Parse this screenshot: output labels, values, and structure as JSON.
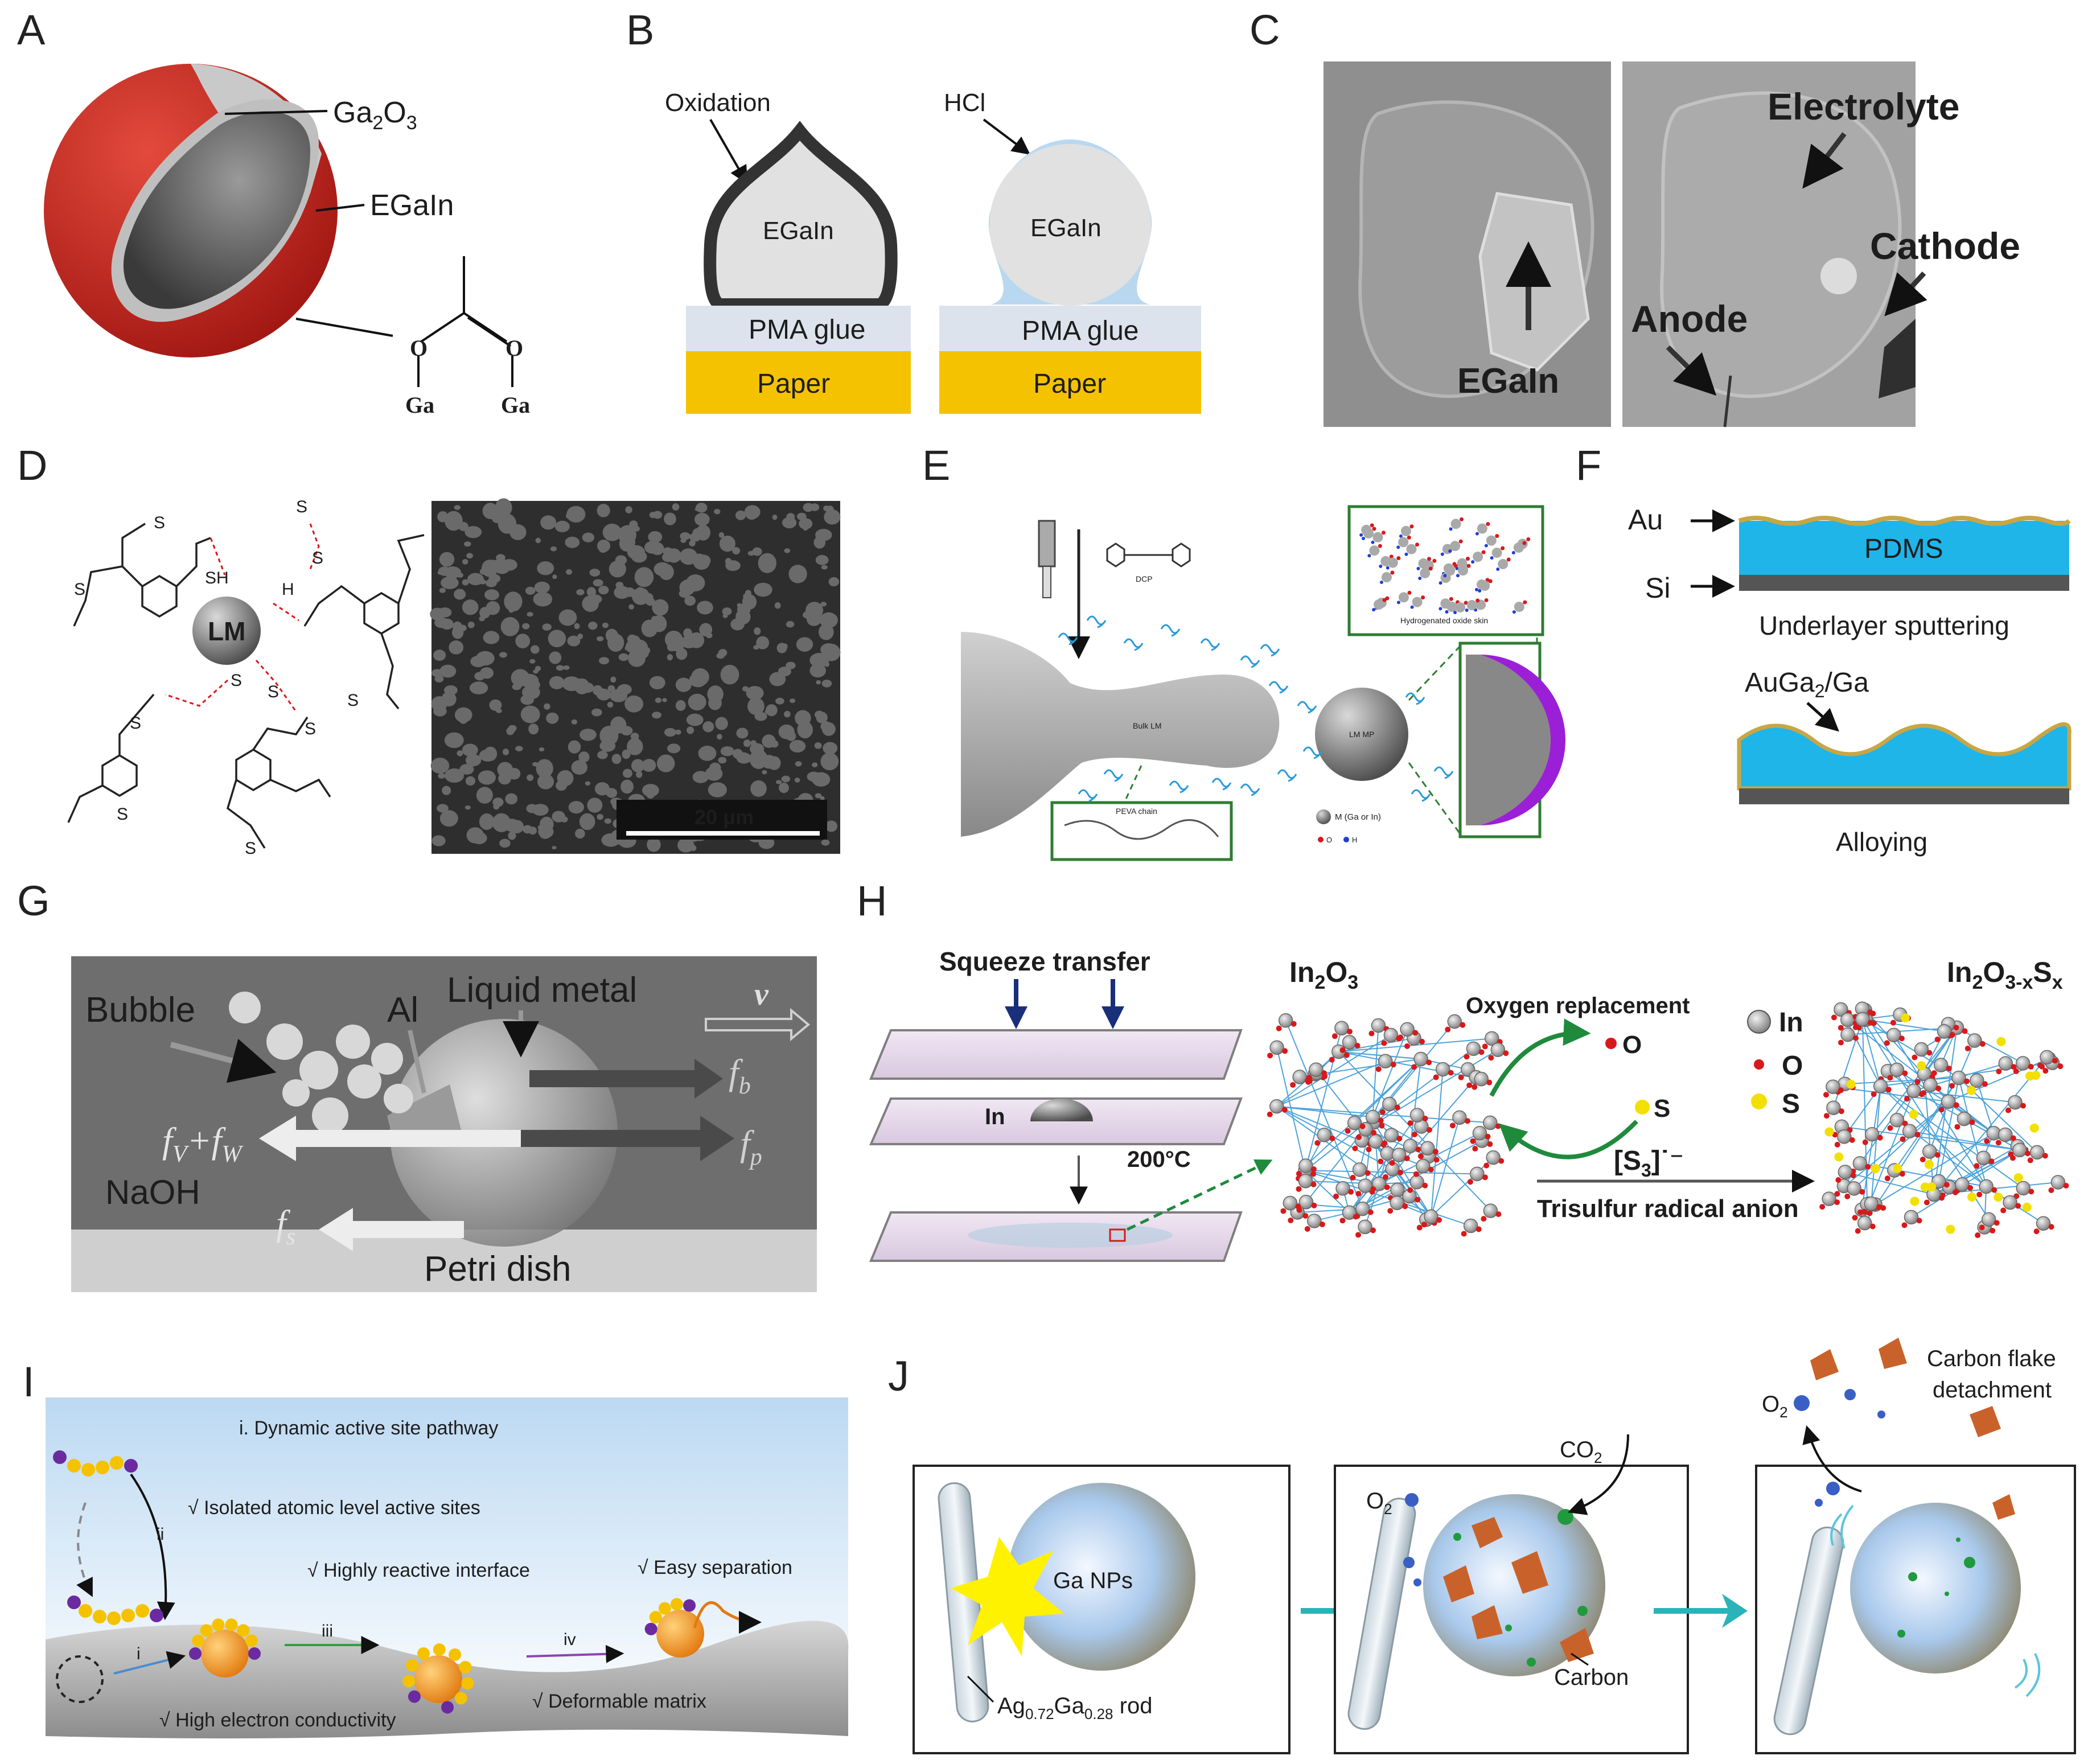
{
  "panels": {
    "A": {
      "label": "A",
      "shell_label": "Ga",
      "shell_sub": "2",
      "shell_label2": "O",
      "shell_sub2": "3",
      "core_label": "EGaIn",
      "atom_o1": "O",
      "atom_o2": "O",
      "atom_ga1": "Ga",
      "atom_ga2": "Ga",
      "colors": {
        "shell": "#c8201e",
        "oxide": "#c9c9c9",
        "core": "#5f5f5f"
      }
    },
    "B": {
      "label": "B",
      "left_title": "Oxidation",
      "right_title": "HCl",
      "left_core": "EGaIn",
      "right_core": "EGaIn",
      "glue": "PMA glue",
      "paper": "Paper",
      "colors": {
        "glue": "#dde3ec",
        "paper": "#f5c200",
        "hcl": "#b9d8f0"
      }
    },
    "C": {
      "label": "C",
      "left_tag": "EGaIn",
      "electrolyte": "Electrolyte",
      "cathode": "Cathode",
      "anode": "Anode"
    },
    "D": {
      "label": "D",
      "lm": "LM",
      "scalebar": "20 μm",
      "s_atom": "S",
      "sh": "SH",
      "h": "H"
    },
    "E": {
      "label": "E",
      "dcp": "DCP",
      "bulk": "Bulk LM",
      "mp": "LM MP",
      "skin": "Hydrogenated oxide skin",
      "chain": "PEVA chain",
      "legend_m": "M (Ga or In)",
      "legend_o": "O",
      "legend_h": "H",
      "colors": {
        "skin": "#9b1fd6"
      }
    },
    "F": {
      "label": "F",
      "au": "Au",
      "si": "Si",
      "pdms": "PDMS",
      "step1": "Underlayer sputtering",
      "alloy": "AuGa",
      "alloy_sub": "2",
      "alloy_tail": "/Ga",
      "step2": "Alloying",
      "colors": {
        "pdms": "#1fb5e8",
        "gold": "#c8a644"
      }
    },
    "G": {
      "label": "G",
      "bubble": "Bubble",
      "al": "Al",
      "lm": "Liquid metal",
      "v": "v",
      "fb": "f",
      "fb_sub": "b",
      "fvw": "f",
      "fvw_sub1": "V",
      "fvw_plus": "+f",
      "fvw_sub2": "W",
      "fp": "f",
      "fp_sub": "p",
      "naoh": "NaOH",
      "fs": "f",
      "fs_sub": "s",
      "dish": "Petri dish"
    },
    "H": {
      "label": "H",
      "squeeze": "Squeeze transfer",
      "in_label": "In",
      "temp": "200°C",
      "in2o3": "In",
      "in2o3_sub": "2",
      "in2o3_tail": "O",
      "in2o3_sub2": "3",
      "replace": "Oxygen replacement",
      "o_atom": "O",
      "s_atom": "S",
      "leg_in": "In",
      "leg_o": "O",
      "leg_s": "S",
      "radical": "[S",
      "radical_sub": "3",
      "radical_tail": "]˙⁻",
      "radical_name": "Trisulfur radical anion",
      "product": "In",
      "product_sub": "2",
      "product_tail": "O",
      "product_sub2": "3-x",
      "product_tail2": "S",
      "product_sub3": "x",
      "colors": {
        "text_blue": "#1a2f7a",
        "arrow_green": "#1f8a3c"
      }
    },
    "I": {
      "label": "I",
      "pathway": "i. Dynamic active site pathway",
      "ii": "ii",
      "check1": "√ Isolated atomic level active sites",
      "check2": "√ Highly reactive interface",
      "check3": "√ Easy separation",
      "i": "i",
      "iii": "iii",
      "iv": "iv",
      "check4": "√ High electron conductivity",
      "check5": "√ Deformable matrix"
    },
    "J": {
      "label": "J",
      "flake": "Carbon flake",
      "flake2": "detachment",
      "o2a": "O",
      "o2a_sub": "2",
      "co2": "CO",
      "co2_sub": "2",
      "o2b": "O",
      "o2b_sub": "2",
      "ga": "Ga NPs",
      "rod": "Ag",
      "rod_sub1": "0.72",
      "rod_mid": "Ga",
      "rod_sub2": "0.28",
      "rod_tail": " rod",
      "carbon": "Carbon"
    }
  }
}
